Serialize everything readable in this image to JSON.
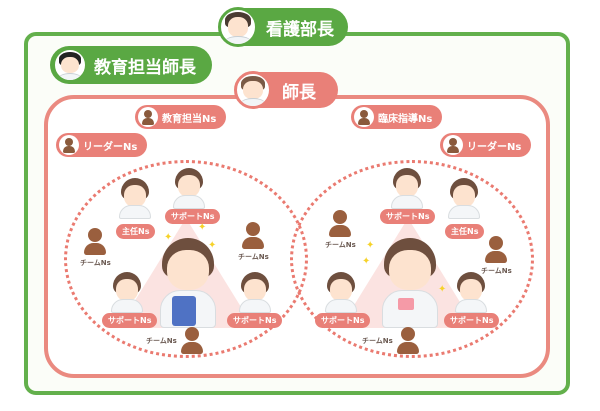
{
  "roles": {
    "director": {
      "label": "看護部長",
      "icon": "director-avatar-icon"
    },
    "education_head": {
      "label": "教育担当師長",
      "icon": "education-head-avatar-icon"
    },
    "head_nurse": {
      "label": "師長",
      "icon": "head-nurse-avatar-icon"
    }
  },
  "left_group": {
    "role_badges": [
      {
        "label": "教育担当Ns",
        "icon": "person-icon"
      },
      {
        "label": "リーダーNs",
        "icon": "person-icon"
      }
    ],
    "tags": {
      "chief": "主任Ns",
      "support_top": "サポートNs",
      "support_left": "サポートNs",
      "support_right": "サポートNs"
    },
    "team_labels": [
      "チームNs",
      "チームNs",
      "チームNs"
    ]
  },
  "right_group": {
    "role_badges": [
      {
        "label": "臨床指導Ns",
        "icon": "person-icon"
      },
      {
        "label": "リーダーNs",
        "icon": "person-icon"
      }
    ],
    "tags": {
      "chief": "主任Ns",
      "support_top": "サポートNs",
      "support_left": "サポートNs",
      "support_right": "サポートNs"
    },
    "team_labels": [
      "チームNs",
      "チームNs",
      "チームNs"
    ]
  },
  "colors": {
    "green": "#63b04c",
    "coral": "#ea8a80",
    "team_brown": "#9a5f3e",
    "triangle_pink": "#fbe3e1"
  }
}
